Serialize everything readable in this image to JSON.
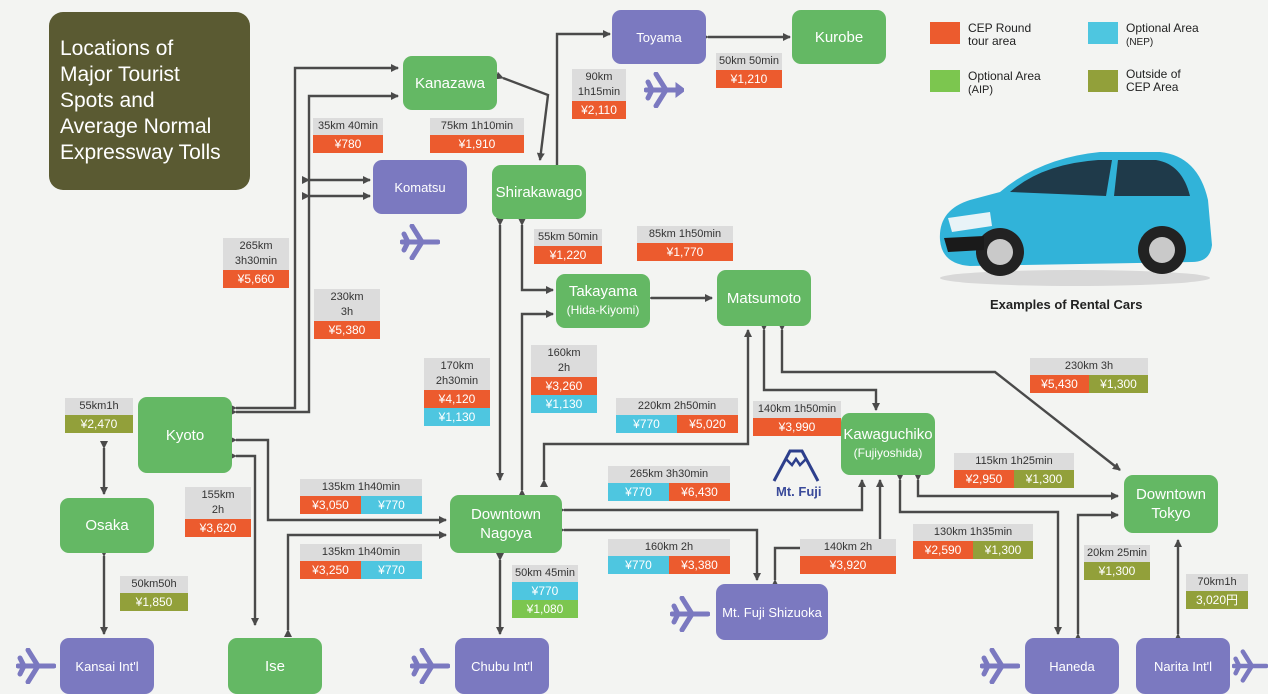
{
  "title": [
    "Locations of",
    "Major Tourist",
    "Spots and",
    "Average Normal",
    "Expressway Tolls"
  ],
  "nodes": {
    "toyama": "Toyama",
    "kurobe": "Kurobe",
    "kanazawa": "Kanazawa",
    "komatsu": "Komatsu",
    "shirakawago": "Shirakawago",
    "takayama": "Takayama",
    "takayama_sub": "(Hida-Kiyomi)",
    "matsumoto": "Matsumoto",
    "kyoto": "Kyoto",
    "kawaguchiko": "Kawaguchiko",
    "kawaguchiko_sub": "(Fujiyoshida)",
    "osaka": "Osaka",
    "nagoya_1": "Downtown",
    "nagoya_2": "Nagoya",
    "tokyo_1": "Downtown",
    "tokyo_2": "Tokyo",
    "fuji_shizuoka": "Mt. Fuji Shizuoka",
    "kansai": "Kansai Int'l",
    "ise": "Ise",
    "chubu": "Chubu Int'l",
    "haneda": "Haneda",
    "narita": "Narita Int'l"
  },
  "tolls": {
    "t1": {
      "h1": "90km",
      "h2": "1h15min",
      "v1": "¥2,110"
    },
    "t2": {
      "h1": "50km 50min",
      "v1": "¥1,210"
    },
    "t3": {
      "h1": "35km 40min",
      "v1": "¥780"
    },
    "t4": {
      "h1": "75km 1h10min",
      "v1": "¥1,910"
    },
    "t5": {
      "h1": "265km",
      "h2": "3h30min",
      "v1": "¥5,660"
    },
    "t6": {
      "h1": "230km",
      "h2": "3h",
      "v1": "¥5,380"
    },
    "t7": {
      "h1": "55km 50min",
      "v1": "¥1,220"
    },
    "t8": {
      "h1": "85km 1h50min",
      "v1": "¥1,770"
    },
    "t9": {
      "h1": "170km",
      "h2": "2h30min",
      "v1": "¥4,120",
      "v2": "¥1,130"
    },
    "t10": {
      "h1": "160km",
      "h2": "2h",
      "v1": "¥3,260",
      "v2": "¥1,130"
    },
    "t11": {
      "h1": "220km 2h50min",
      "v1": "¥770",
      "v2": "¥5,020"
    },
    "t12": {
      "h1": "140km 1h50min",
      "v1": "¥3,990"
    },
    "t13": {
      "h1": "230km 3h",
      "v1": "¥5,430",
      "v2": "¥1,300"
    },
    "t14": {
      "h1": "55km1h",
      "v1": "¥2,470"
    },
    "t15": {
      "h1": "155km",
      "h2": "2h",
      "v1": "¥3,620"
    },
    "t16": {
      "h1": "135km 1h40min",
      "v1": "¥3,050",
      "v2": "¥770"
    },
    "t17": {
      "h1": "135km 1h40min",
      "v1": "¥3,250",
      "v2": "¥770"
    },
    "t18": {
      "h1": "265km 3h30min",
      "v1": "¥770",
      "v2": "¥6,430"
    },
    "t19": {
      "h1": "115km 1h25min",
      "v1": "¥2,950",
      "v2": "¥1,300"
    },
    "t20": {
      "h1": "130km 1h35min",
      "v1": "¥2,590",
      "v2": "¥1,300"
    },
    "t21": {
      "h1": "160km 2h",
      "v1": "¥770",
      "v2": "¥3,380"
    },
    "t22": {
      "h1": "140km 2h",
      "v1": "¥3,920"
    },
    "t23": {
      "h1": "50km 45min",
      "v1": "¥770",
      "v2": "¥1,080"
    },
    "t24": {
      "h1": "50km50h",
      "v1": "¥1,850"
    },
    "t25": {
      "h1": "20km 25min",
      "v1": "¥1,300"
    },
    "t26": {
      "h1": "70km1h",
      "v1": "3,020円"
    }
  },
  "legend": {
    "cep_1": "CEP Round",
    "cep_2": "tour area",
    "nep_1": "Optional Area",
    "nep_2": "(NEP)",
    "aip_1": "Optional Area",
    "aip_2": "(AIP)",
    "out_1": "Outside of",
    "out_2": "CEP Area"
  },
  "car_caption": "Examples of Rental Cars",
  "fuji_label": "Mt. Fuji",
  "colors": {
    "cep_orange": "#ec5b2e",
    "nep_blue": "#4ec6e0",
    "aip_green": "#7cc64f",
    "outside_olive": "#92a03a",
    "destination_green": "#64b864",
    "airport_purple": "#7b79c0",
    "title_bg": "#5a5a32"
  }
}
